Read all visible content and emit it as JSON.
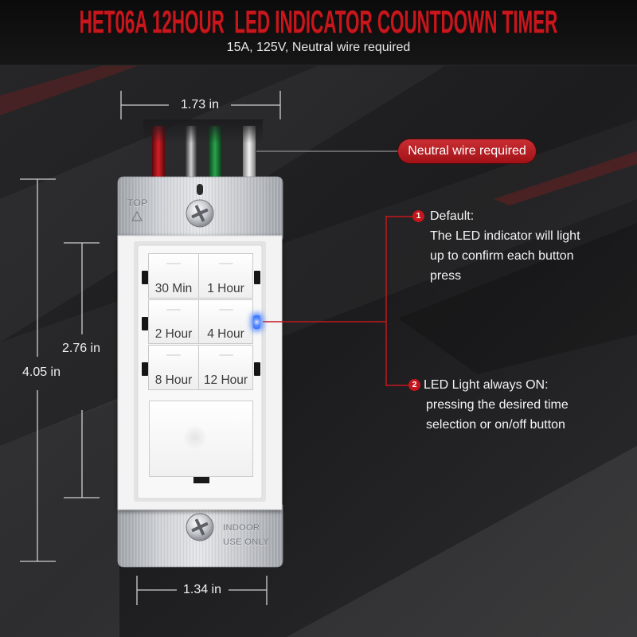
{
  "header": {
    "title": "HET06A 12HOUR  LED INDICATOR COUNTDOWN TIMER",
    "subtitle": "15A, 125V, Neutral wire required"
  },
  "dimensions": {
    "top_width": "1.73 in",
    "outer_height": "4.05 in",
    "inner_height": "2.76 in",
    "bottom_width": "1.34 in"
  },
  "neutral_badge": "Neutral wire required",
  "strap": {
    "top_mark": "TOP",
    "bottom_line1": "INDOOR",
    "bottom_line2": "USE ONLY"
  },
  "timer_buttons": [
    "30 Min",
    "1 Hour",
    "2 Hour",
    "4 Hour",
    "8 Hour",
    "12 Hour"
  ],
  "callouts": [
    {
      "number": "1",
      "heading": "Default:",
      "lines": [
        "The LED indicator will light",
        "up to confirm each button",
        "press"
      ]
    },
    {
      "number": "2",
      "heading": "LED Light always ON:",
      "lines": [
        "pressing the desired time",
        "selection or on/off button"
      ]
    }
  ],
  "icons": {
    "screw": "screw-icon",
    "top_marker": "triangle-icon",
    "indicator": "led-indicator-icon"
  },
  "colors": {
    "title_red": "#c8161d",
    "accent_red": "#c4161c",
    "led_blue": "#2f6bff",
    "wire_red": "#d42029",
    "wire_grey": "#d2d2d2",
    "wire_green": "#2aa34f",
    "wire_white": "#f4f4f4"
  }
}
